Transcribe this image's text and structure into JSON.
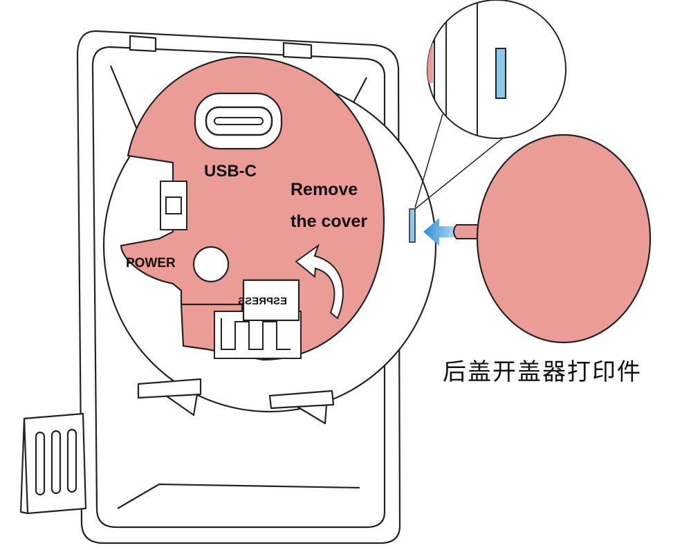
{
  "labels": {
    "usb_c": "USB-C",
    "remove_line1": "Remove",
    "remove_line2": "the cover",
    "power": "POWER",
    "chip_text": "ESPRESS",
    "caption": "后盖开盖器打印件"
  },
  "colors": {
    "cover_pink": "#ec9c96",
    "arrow_blue": "#2a8fd6",
    "clip_blue": "#8cc8ea",
    "line": "#222222"
  }
}
